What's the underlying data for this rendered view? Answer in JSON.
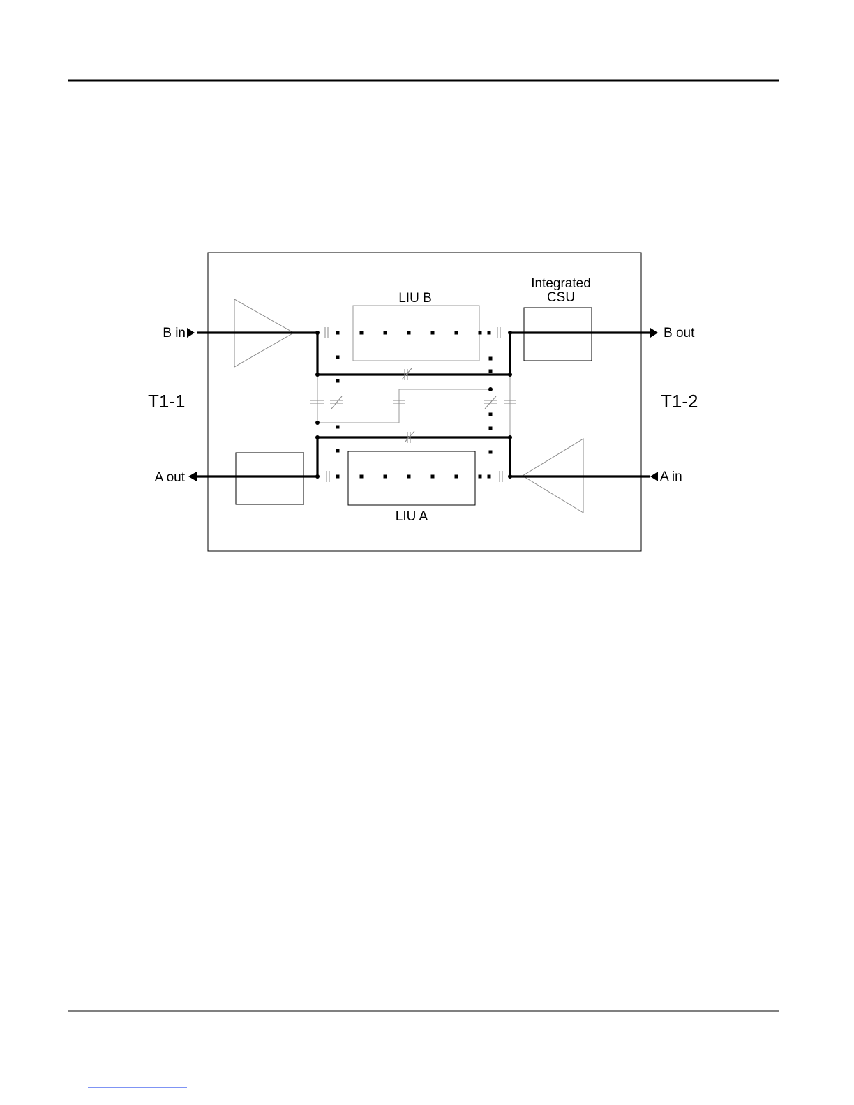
{
  "diagram": {
    "labels": {
      "liu_b": "LIU B",
      "liu_a": "LIU A",
      "csu_line1": "Integrated",
      "csu_line2": "CSU",
      "b_in": "B in",
      "b_out": "B out",
      "a_out": "A out",
      "a_in": "A in",
      "t1_1": "T1-1",
      "t1_2": "T1-2"
    }
  }
}
